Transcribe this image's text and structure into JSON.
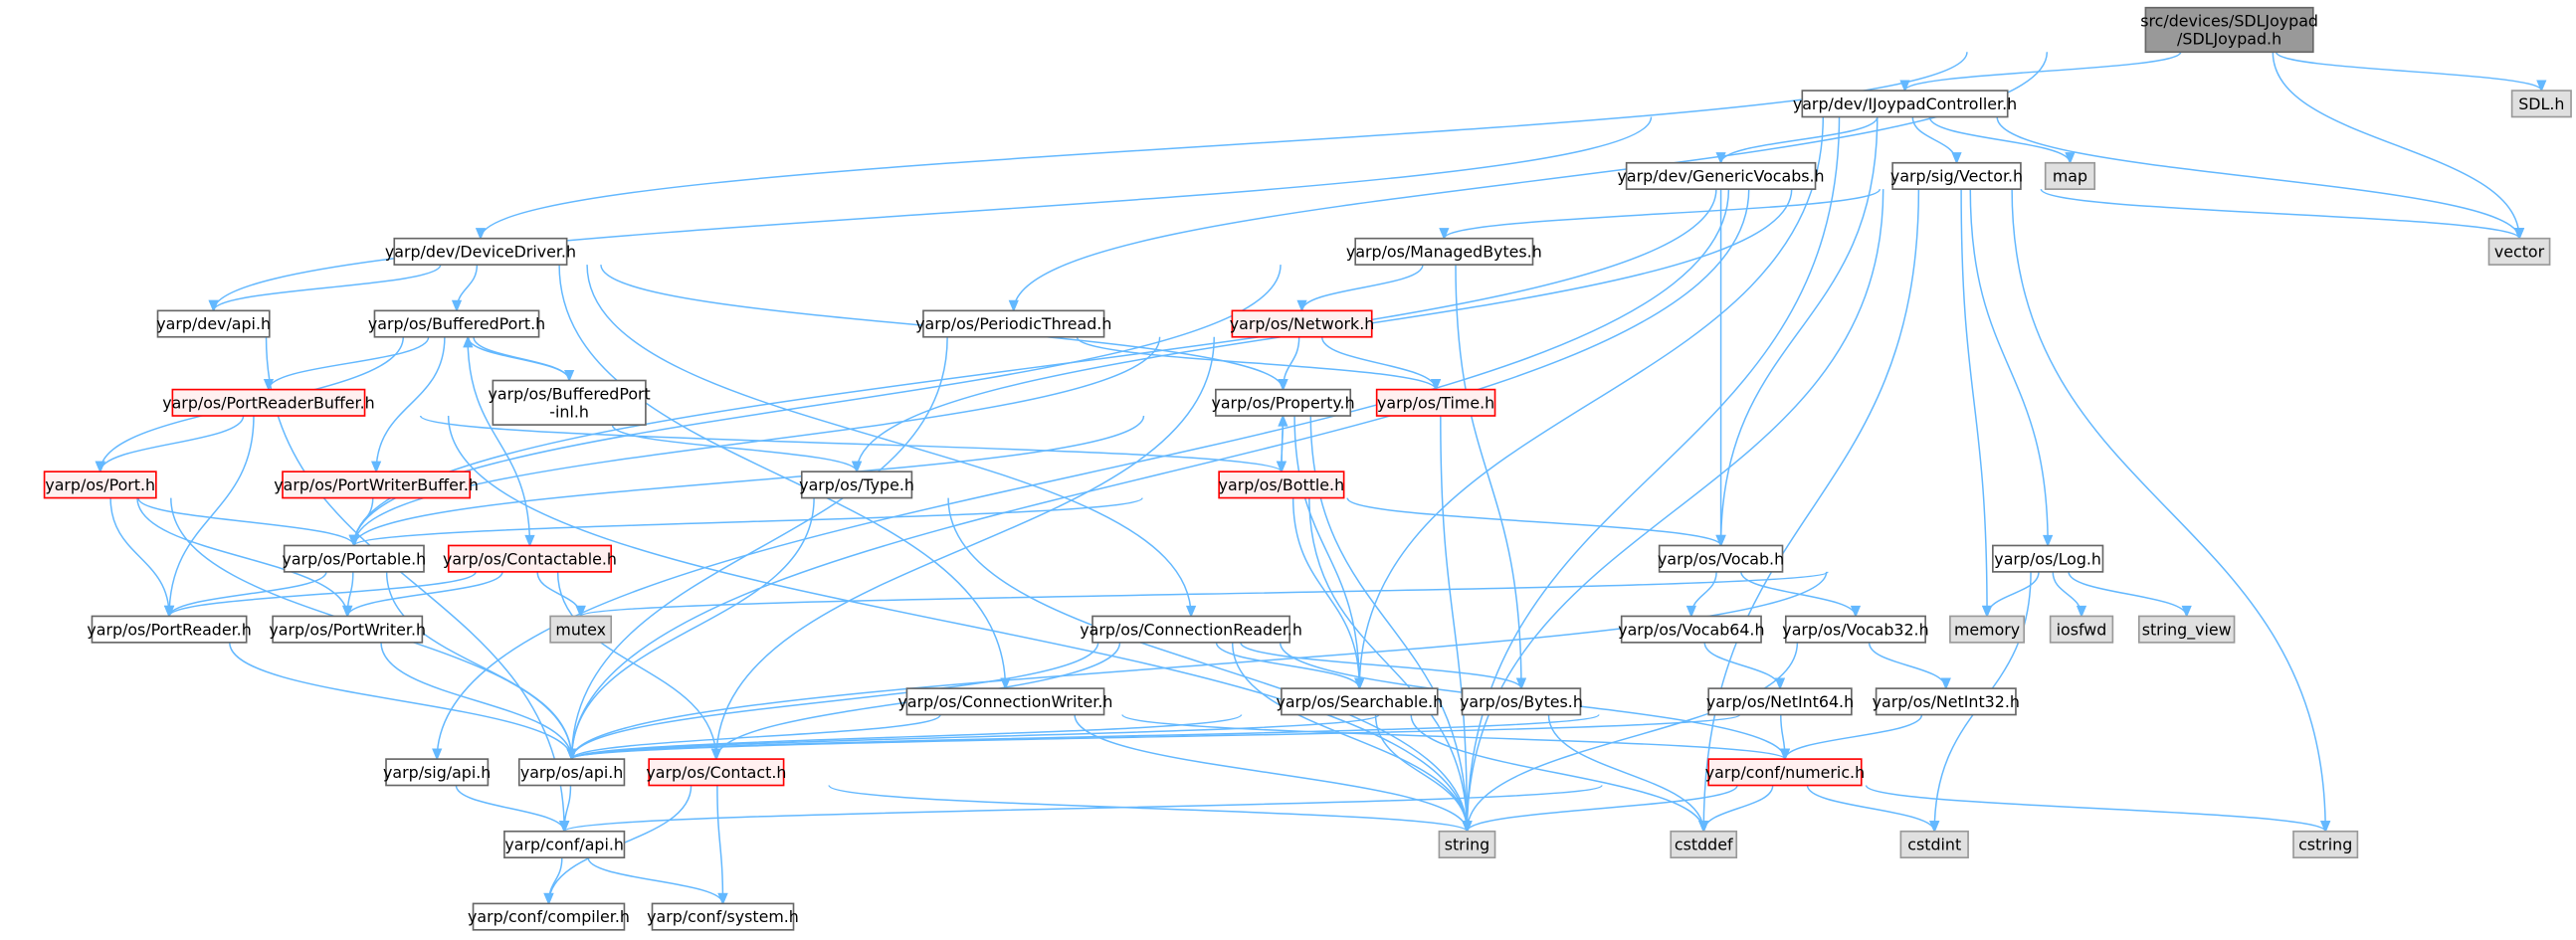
{
  "title": "src/devices/SDLJoypad/SDLJoypad.h include dependency graph",
  "colors": {
    "edge": "#63b8ff",
    "root_fill": "#999999",
    "normal_fill": "#ffffff",
    "normal_border": "#666666",
    "red_fill": "#fff0f0",
    "red_border": "#ff0000",
    "system_fill": "#e0e0e0",
    "system_border": "#999999"
  },
  "nodes": [
    {
      "id": "root",
      "label": [
        "src/devices/SDLJoypad",
        "/SDLJoypad.h"
      ],
      "style": "root"
    },
    {
      "id": "ijoy",
      "label": [
        "yarp/dev/IJoypadController.h"
      ],
      "style": "normal"
    },
    {
      "id": "sdl",
      "label": [
        "SDL.h"
      ],
      "style": "system"
    },
    {
      "id": "genvoc",
      "label": [
        "yarp/dev/GenericVocabs.h"
      ],
      "style": "normal"
    },
    {
      "id": "vector_h",
      "label": [
        "yarp/sig/Vector.h"
      ],
      "style": "normal"
    },
    {
      "id": "map",
      "label": [
        "map"
      ],
      "style": "system"
    },
    {
      "id": "devdrv",
      "label": [
        "yarp/dev/DeviceDriver.h"
      ],
      "style": "normal"
    },
    {
      "id": "mbytes",
      "label": [
        "yarp/os/ManagedBytes.h"
      ],
      "style": "normal"
    },
    {
      "id": "vector",
      "label": [
        "vector"
      ],
      "style": "system"
    },
    {
      "id": "devapi",
      "label": [
        "yarp/dev/api.h"
      ],
      "style": "normal"
    },
    {
      "id": "bport",
      "label": [
        "yarp/os/BufferedPort.h"
      ],
      "style": "normal"
    },
    {
      "id": "pthread",
      "label": [
        "yarp/os/PeriodicThread.h"
      ],
      "style": "normal"
    },
    {
      "id": "network",
      "label": [
        "yarp/os/Network.h"
      ],
      "style": "red"
    },
    {
      "id": "prbuf",
      "label": [
        "yarp/os/PortReaderBuffer.h"
      ],
      "style": "red"
    },
    {
      "id": "bportinl",
      "label": [
        "yarp/os/BufferedPort",
        "-inl.h"
      ],
      "style": "normal"
    },
    {
      "id": "property",
      "label": [
        "yarp/os/Property.h"
      ],
      "style": "normal"
    },
    {
      "id": "time",
      "label": [
        "yarp/os/Time.h"
      ],
      "style": "red"
    },
    {
      "id": "port",
      "label": [
        "yarp/os/Port.h"
      ],
      "style": "red"
    },
    {
      "id": "pwbuf",
      "label": [
        "yarp/os/PortWriterBuffer.h"
      ],
      "style": "red"
    },
    {
      "id": "type",
      "label": [
        "yarp/os/Type.h"
      ],
      "style": "normal"
    },
    {
      "id": "bottle",
      "label": [
        "yarp/os/Bottle.h"
      ],
      "style": "red"
    },
    {
      "id": "portable",
      "label": [
        "yarp/os/Portable.h"
      ],
      "style": "normal"
    },
    {
      "id": "contactable",
      "label": [
        "yarp/os/Contactable.h"
      ],
      "style": "red"
    },
    {
      "id": "vocab",
      "label": [
        "yarp/os/Vocab.h"
      ],
      "style": "normal"
    },
    {
      "id": "log",
      "label": [
        "yarp/os/Log.h"
      ],
      "style": "normal"
    },
    {
      "id": "preader",
      "label": [
        "yarp/os/PortReader.h"
      ],
      "style": "normal"
    },
    {
      "id": "pwriter",
      "label": [
        "yarp/os/PortWriter.h"
      ],
      "style": "normal"
    },
    {
      "id": "mutex",
      "label": [
        "mutex"
      ],
      "style": "system"
    },
    {
      "id": "creader",
      "label": [
        "yarp/os/ConnectionReader.h"
      ],
      "style": "normal"
    },
    {
      "id": "vocab64",
      "label": [
        "yarp/os/Vocab64.h"
      ],
      "style": "normal"
    },
    {
      "id": "vocab32",
      "label": [
        "yarp/os/Vocab32.h"
      ],
      "style": "normal"
    },
    {
      "id": "memory",
      "label": [
        "memory"
      ],
      "style": "system"
    },
    {
      "id": "iosfwd",
      "label": [
        "iosfwd"
      ],
      "style": "system"
    },
    {
      "id": "string_view",
      "label": [
        "string_view"
      ],
      "style": "system"
    },
    {
      "id": "cwriter",
      "label": [
        "yarp/os/ConnectionWriter.h"
      ],
      "style": "normal"
    },
    {
      "id": "searchable",
      "label": [
        "yarp/os/Searchable.h"
      ],
      "style": "normal"
    },
    {
      "id": "bytes",
      "label": [
        "yarp/os/Bytes.h"
      ],
      "style": "normal"
    },
    {
      "id": "netint64",
      "label": [
        "yarp/os/NetInt64.h"
      ],
      "style": "normal"
    },
    {
      "id": "netint32",
      "label": [
        "yarp/os/NetInt32.h"
      ],
      "style": "normal"
    },
    {
      "id": "sigapi",
      "label": [
        "yarp/sig/api.h"
      ],
      "style": "normal"
    },
    {
      "id": "osapi",
      "label": [
        "yarp/os/api.h"
      ],
      "style": "normal"
    },
    {
      "id": "contact",
      "label": [
        "yarp/os/Contact.h"
      ],
      "style": "red"
    },
    {
      "id": "numeric",
      "label": [
        "yarp/conf/numeric.h"
      ],
      "style": "red"
    },
    {
      "id": "confapi",
      "label": [
        "yarp/conf/api.h"
      ],
      "style": "normal"
    },
    {
      "id": "string",
      "label": [
        "string"
      ],
      "style": "system"
    },
    {
      "id": "cstddef",
      "label": [
        "cstddef"
      ],
      "style": "system"
    },
    {
      "id": "cstdint",
      "label": [
        "cstdint"
      ],
      "style": "system"
    },
    {
      "id": "cstring",
      "label": [
        "cstring"
      ],
      "style": "system"
    },
    {
      "id": "compiler",
      "label": [
        "yarp/conf/compiler.h"
      ],
      "style": "normal"
    },
    {
      "id": "system",
      "label": [
        "yarp/conf/system.h"
      ],
      "style": "normal"
    }
  ],
  "edges": [
    [
      "root",
      "ijoy"
    ],
    [
      "root",
      "pthread"
    ],
    [
      "root",
      "devdrv"
    ],
    [
      "root",
      "sdl"
    ],
    [
      "root",
      "vector"
    ],
    [
      "ijoy",
      "devapi"
    ],
    [
      "ijoy",
      "genvoc"
    ],
    [
      "ijoy",
      "vector_h"
    ],
    [
      "ijoy",
      "map"
    ],
    [
      "ijoy",
      "vector"
    ],
    [
      "ijoy",
      "vocab"
    ],
    [
      "ijoy",
      "searchable"
    ],
    [
      "ijoy",
      "string"
    ],
    [
      "genvoc",
      "vocab"
    ],
    [
      "vector_h",
      "mbytes"
    ],
    [
      "vector_h",
      "type"
    ],
    [
      "vector_h",
      "portable"
    ],
    [
      "vector_h",
      "sigapi"
    ],
    [
      "vector_h",
      "osapi"
    ],
    [
      "vector_h",
      "vector"
    ],
    [
      "vector_h",
      "memory"
    ],
    [
      "vector_h",
      "log"
    ],
    [
      "vector_h",
      "string"
    ],
    [
      "vector_h",
      "cstddef"
    ],
    [
      "vector_h",
      "cstring"
    ],
    [
      "devdrv",
      "devapi"
    ],
    [
      "devdrv",
      "bport"
    ],
    [
      "devdrv",
      "property"
    ],
    [
      "devdrv",
      "creader"
    ],
    [
      "devdrv",
      "cwriter"
    ],
    [
      "mbytes",
      "network"
    ],
    [
      "mbytes",
      "portable"
    ],
    [
      "mbytes",
      "bytes"
    ],
    [
      "devapi",
      "confapi"
    ],
    [
      "bport",
      "prbuf"
    ],
    [
      "bport",
      "bportinl"
    ],
    [
      "bport",
      "pwbuf"
    ],
    [
      "bport",
      "contactable"
    ],
    [
      "bport",
      "port"
    ],
    [
      "bportinl",
      "bport"
    ],
    [
      "bportinl",
      "type"
    ],
    [
      "pthread",
      "osapi"
    ],
    [
      "pthread",
      "time"
    ],
    [
      "network",
      "property"
    ],
    [
      "network",
      "time"
    ],
    [
      "network",
      "portable"
    ],
    [
      "network",
      "contact"
    ],
    [
      "prbuf",
      "port"
    ],
    [
      "prbuf",
      "preader"
    ],
    [
      "prbuf",
      "bottle"
    ],
    [
      "prbuf",
      "string"
    ],
    [
      "property",
      "bottle"
    ],
    [
      "property",
      "searchable"
    ],
    [
      "property",
      "portable"
    ],
    [
      "property",
      "string"
    ],
    [
      "time",
      "string"
    ],
    [
      "port",
      "portable"
    ],
    [
      "port",
      "preader"
    ],
    [
      "port",
      "pwriter"
    ],
    [
      "port",
      "osapi"
    ],
    [
      "pwbuf",
      "portable"
    ],
    [
      "type",
      "osapi"
    ],
    [
      "type",
      "string"
    ],
    [
      "bottle",
      "property"
    ],
    [
      "bottle",
      "portable"
    ],
    [
      "bottle",
      "searchable"
    ],
    [
      "bottle",
      "vocab"
    ],
    [
      "bottle",
      "string"
    ],
    [
      "portable",
      "preader"
    ],
    [
      "portable",
      "pwriter"
    ],
    [
      "portable",
      "osapi"
    ],
    [
      "contactable",
      "preader"
    ],
    [
      "contactable",
      "pwriter"
    ],
    [
      "contactable",
      "mutex"
    ],
    [
      "contactable",
      "contact"
    ],
    [
      "vocab",
      "vocab64"
    ],
    [
      "vocab",
      "vocab32"
    ],
    [
      "log",
      "osapi"
    ],
    [
      "log",
      "mutex"
    ],
    [
      "log",
      "memory"
    ],
    [
      "log",
      "iosfwd"
    ],
    [
      "log",
      "string_view"
    ],
    [
      "log",
      "cstdint"
    ],
    [
      "preader",
      "osapi"
    ],
    [
      "pwriter",
      "osapi"
    ],
    [
      "creader",
      "searchable"
    ],
    [
      "creader",
      "bytes"
    ],
    [
      "creader",
      "string"
    ],
    [
      "creader",
      "contact"
    ],
    [
      "creader",
      "osapi"
    ],
    [
      "creader",
      "numeric"
    ],
    [
      "vocab64",
      "netint64"
    ],
    [
      "vocab32",
      "netint32"
    ],
    [
      "vocab32",
      "string"
    ],
    [
      "cwriter",
      "osapi"
    ],
    [
      "cwriter",
      "string"
    ],
    [
      "cwriter",
      "numeric"
    ],
    [
      "searchable",
      "osapi"
    ],
    [
      "searchable",
      "string"
    ],
    [
      "searchable",
      "cstddef"
    ],
    [
      "bytes",
      "osapi"
    ],
    [
      "bytes",
      "cstddef"
    ],
    [
      "netint64",
      "osapi"
    ],
    [
      "netint64",
      "numeric"
    ],
    [
      "netint32",
      "osapi"
    ],
    [
      "netint32",
      "numeric"
    ],
    [
      "sigapi",
      "confapi"
    ],
    [
      "osapi",
      "confapi"
    ],
    [
      "contact",
      "string"
    ],
    [
      "contact",
      "compiler"
    ],
    [
      "contact",
      "system"
    ],
    [
      "numeric",
      "confapi"
    ],
    [
      "numeric",
      "string"
    ],
    [
      "numeric",
      "cstddef"
    ],
    [
      "numeric",
      "cstdint"
    ],
    [
      "numeric",
      "cstring"
    ],
    [
      "confapi",
      "compiler"
    ],
    [
      "confapi",
      "system"
    ]
  ]
}
